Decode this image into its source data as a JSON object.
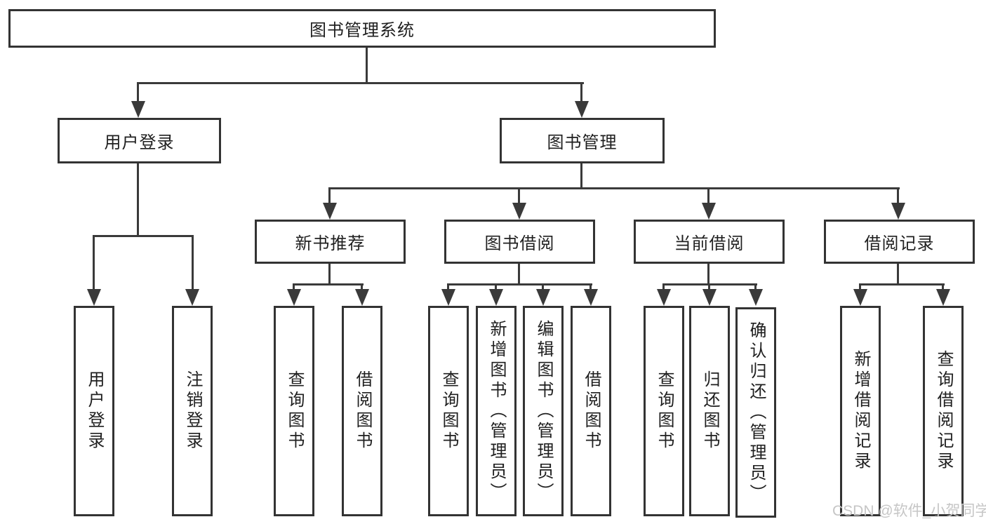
{
  "root": {
    "label": "图书管理系统"
  },
  "branches": [
    {
      "label": "用户登录",
      "leaves": [
        "用户登录",
        "注销登录"
      ]
    },
    {
      "label": "图书管理"
    }
  ],
  "modules": [
    {
      "label": "新书推荐",
      "leaves": [
        "查询图书",
        "借阅图书"
      ]
    },
    {
      "label": "图书借阅",
      "leaves": [
        "查询图书",
        "新增图书（管理员）",
        "编辑图书（管理员）",
        "借阅图书"
      ]
    },
    {
      "label": "当前借阅",
      "leaves": [
        "查询图书",
        "归还图书",
        "确认归还（管理员）"
      ]
    },
    {
      "label": "借阅记录",
      "leaves": [
        "新增借阅记录",
        "查询借阅记录"
      ]
    }
  ],
  "watermark": {
    "text": "CSDN @软件_小贺同学"
  },
  "colors": {
    "line": "#3a3a3a",
    "border": "#333333",
    "text": "#1f1f1f",
    "watermark": "#c6c6c6",
    "background": "#ffffff"
  }
}
